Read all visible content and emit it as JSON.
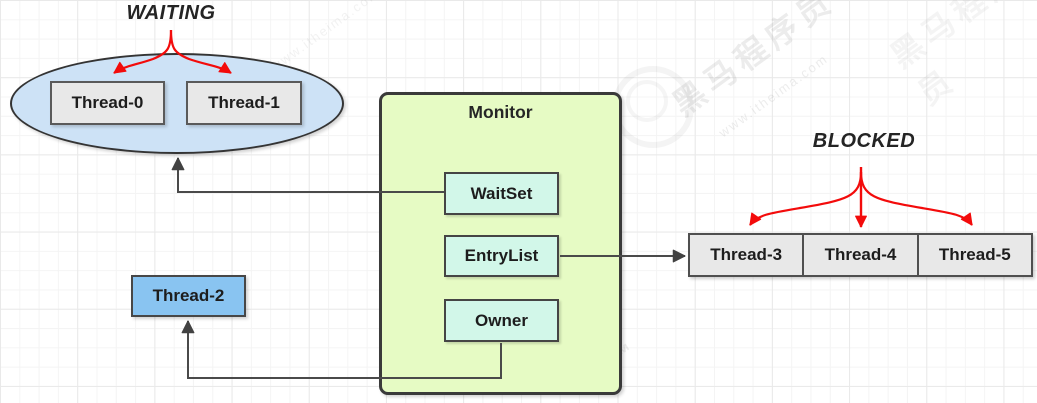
{
  "diagram": {
    "waiting_label": "WAITING",
    "blocked_label": "BLOCKED",
    "monitor": {
      "title": "Monitor",
      "fields": [
        {
          "label": "WaitSet"
        },
        {
          "label": "EntryList"
        },
        {
          "label": "Owner"
        }
      ]
    },
    "wait_set_threads": [
      {
        "label": "Thread-0"
      },
      {
        "label": "Thread-1"
      }
    ],
    "owner_thread": {
      "label": "Thread-2"
    },
    "entry_list_threads": [
      {
        "label": "Thread-3"
      },
      {
        "label": "Thread-4"
      },
      {
        "label": "Thread-5"
      }
    ],
    "watermark": {
      "brand": "黑马程序员",
      "url": "www.itheima.com",
      "tm": "™"
    },
    "colors": {
      "ellipse_fill": "#cde2f6",
      "monitor_fill": "#e6fbc4",
      "field_fill": "#d2f7e9",
      "thread_fill": "#e8e8e8",
      "owner_thread_fill": "#89c4f1",
      "arrow_red": "#f30b0b",
      "connector_dark": "#4a4a4a"
    }
  }
}
